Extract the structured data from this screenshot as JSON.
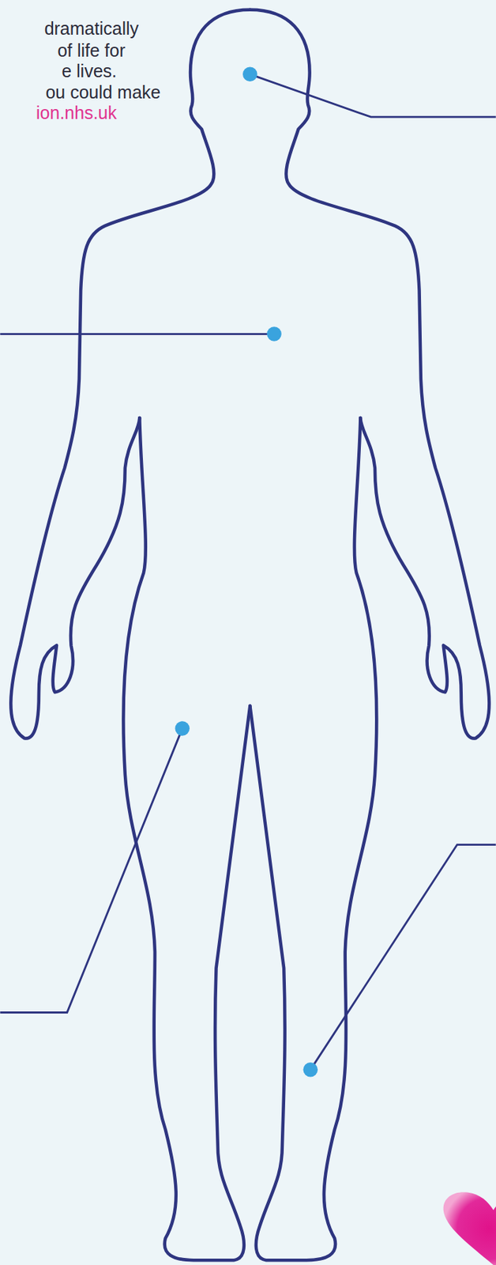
{
  "diagram": {
    "labels": [
      "dramatically",
      "of life for",
      "e lives.",
      "ou could make",
      "ion.nhs.uk"
    ]
  }
}
